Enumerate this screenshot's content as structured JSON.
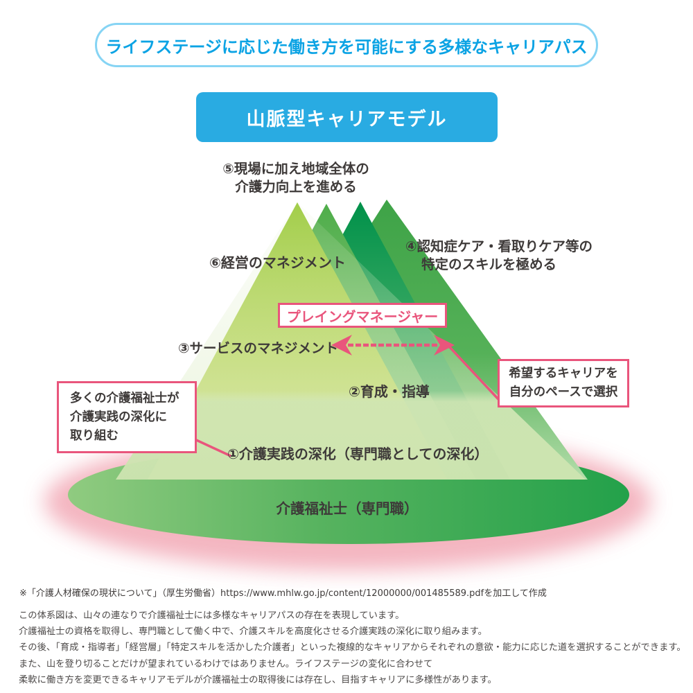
{
  "header": {
    "banner": "ライフステージに応じた働き方を可能にする多様なキャリアパス",
    "model_title": "山脈型キャリアモデル"
  },
  "mountain": {
    "peak_label_line1": "⑤現場に加え地域全体の",
    "peak_label_line2": "介護力向上を進める",
    "stage6": "⑥経営のマネジメント",
    "stage4_line1": "④認知症ケア・看取りケア等の",
    "stage4_line2": "特定のスキルを極める",
    "playing_manager": "プレイングマネージャー",
    "stage3": "③サービスのマネジメント",
    "stage2": "②育成・指導",
    "stage1": "①介護実践の深化（専門職としての深化）",
    "base": "介護福祉士（専門職）"
  },
  "callouts": {
    "left": [
      "多くの介護福祉士が",
      "介護実践の深化に",
      "取り組む"
    ],
    "right": [
      "希望するキャリアを",
      "自分のペースで選択"
    ]
  },
  "footer": {
    "source": "※「介護人材確保の現状について」（厚生労働省）https://www.mhlw.go.jp/content/12000000/001485589.pdfを加工して作成",
    "paragraph": [
      "この体系図は、山々の連なりで介護福祉士には多様なキャリアパスの存在を表現しています。",
      "介護福祉士の資格を取得し、専門職として働く中で、介護スキルを高度化させる介護実践の深化に取り組みます。",
      "その後、「育成・指導者」「経営層」「特定スキルを活かした介護者」といった複線的なキャリアからそれぞれの意欲・能力に応じた道を選択することができます。",
      "また、山を登り切ることだけが望まれているわけではありません。ライフステージの変化に合わせて",
      "柔軟に働き方を変更できるキャリアモデルが介護福祉士の取得後には存在し、目指すキャリアに多様性があります。"
    ]
  },
  "colors": {
    "accent_blue": "#29ABE2",
    "banner_text_blue": "#0BA3E4",
    "banner_border_blue": "#86D4F4",
    "accent_pink": "#E9557C",
    "text_dark": "#3E3A39",
    "mountain_yellow_green": "#9CCA3C",
    "mountain_mid_green": "#4FAE4B",
    "mountain_dark_green": "#00914A",
    "mountain_right_green": "#43A748",
    "base_ellipse_green": "#2AA44E",
    "glow_pink": "#F2A9B6"
  }
}
